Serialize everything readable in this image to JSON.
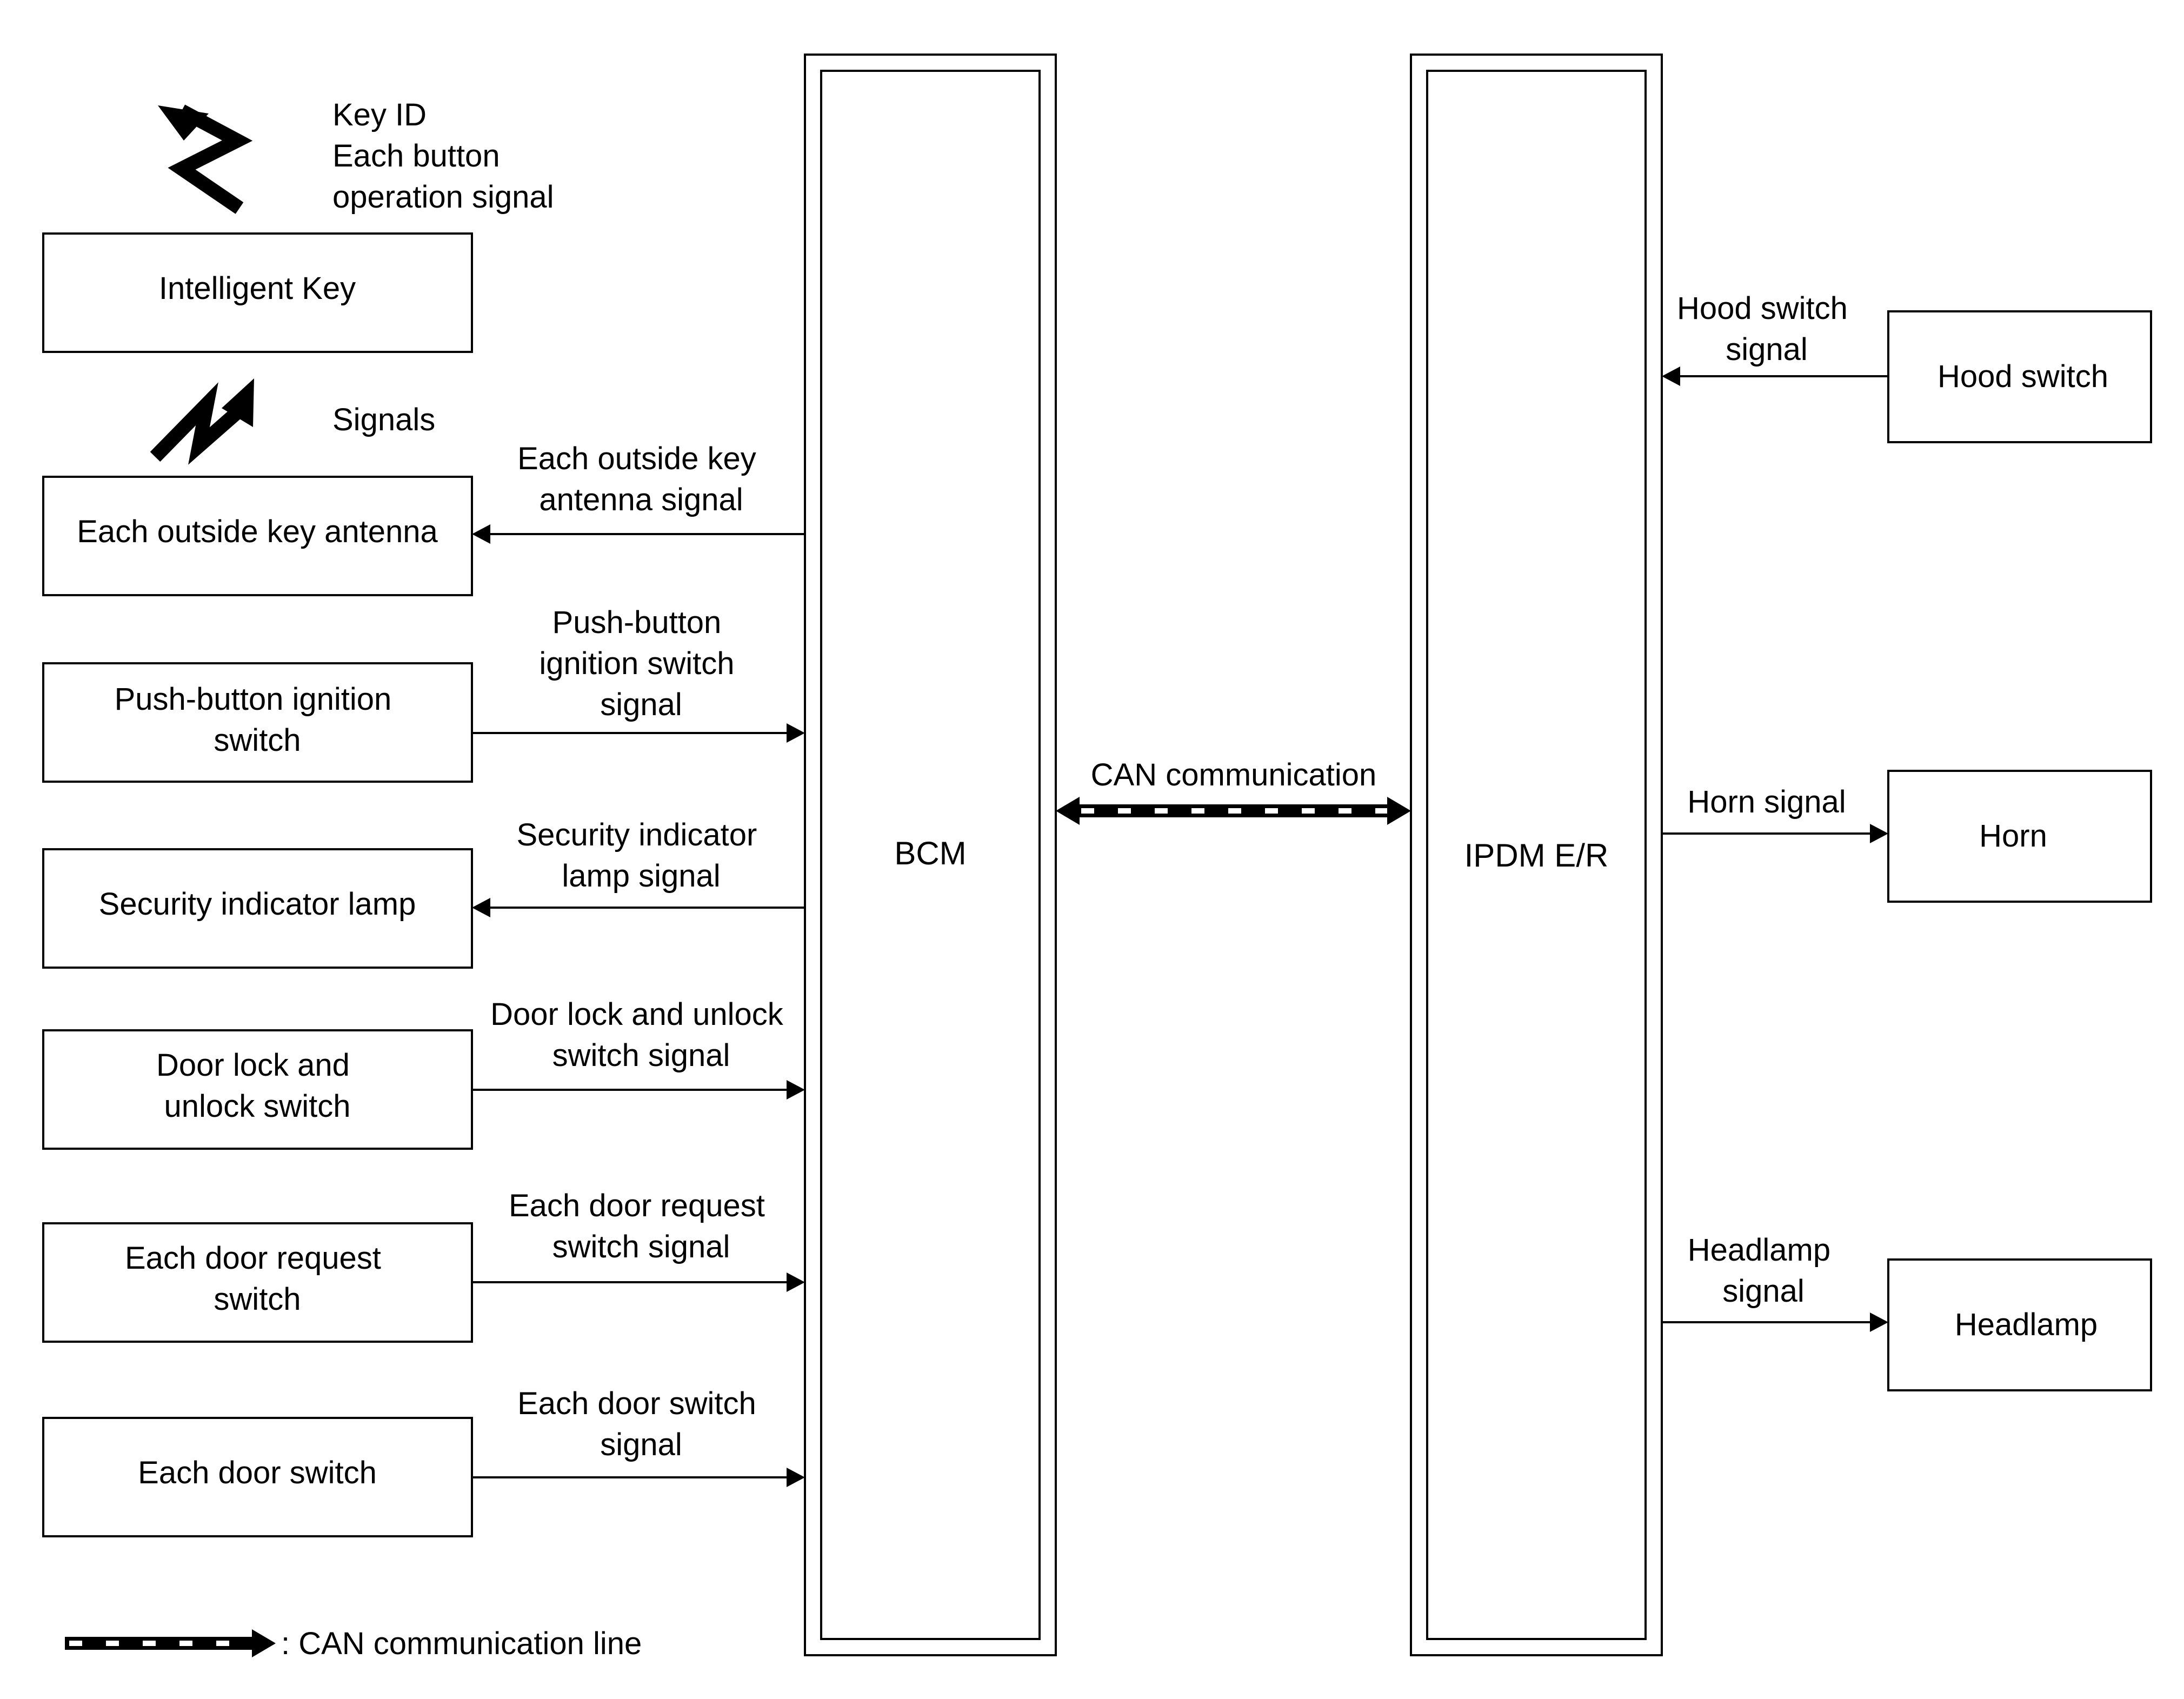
{
  "diagram": {
    "components": {
      "intelligent_key": [
        "Intelligent Key"
      ],
      "outside_key_antenna": [
        "Each outside key antenna"
      ],
      "push_button_ignition_switch": [
        "Push-button ignition",
        "switch"
      ],
      "security_indicator_lamp": [
        "Security indicator lamp"
      ],
      "door_lock_unlock_switch": [
        "Door lock and",
        "unlock switch"
      ],
      "door_request_switch": [
        "Each door request",
        "switch"
      ],
      "door_switch": [
        "Each door switch"
      ],
      "hood_switch": [
        "Hood switch"
      ],
      "horn": [
        "Horn"
      ],
      "headlamp": [
        "Headlamp"
      ]
    },
    "ecus": {
      "bcm": "BCM",
      "ipdm": "IPDM E/R"
    },
    "wireless_labels": {
      "key_to_bcm": [
        "Key ID",
        "Each button",
        "operation signal"
      ],
      "signals": [
        "Signals"
      ]
    },
    "signals": {
      "outside_key_antenna": [
        "Each outside key",
        "antenna signal"
      ],
      "push_button_ignition": [
        "Push-button",
        "ignition switch",
        "signal"
      ],
      "security_indicator": [
        "Security indicator",
        "lamp signal"
      ],
      "door_lock_unlock": [
        "Door lock and unlock",
        "switch signal"
      ],
      "door_request": [
        "Each door request",
        "switch signal"
      ],
      "door_switch": [
        "Each door switch",
        "signal"
      ],
      "hood_switch": [
        "Hood switch",
        "signal"
      ],
      "horn": [
        "Horn signal"
      ],
      "headlamp": [
        "Headlamp",
        "signal"
      ],
      "can": [
        "CAN communication"
      ]
    },
    "legend": {
      "can_line": ": CAN communication line"
    }
  }
}
